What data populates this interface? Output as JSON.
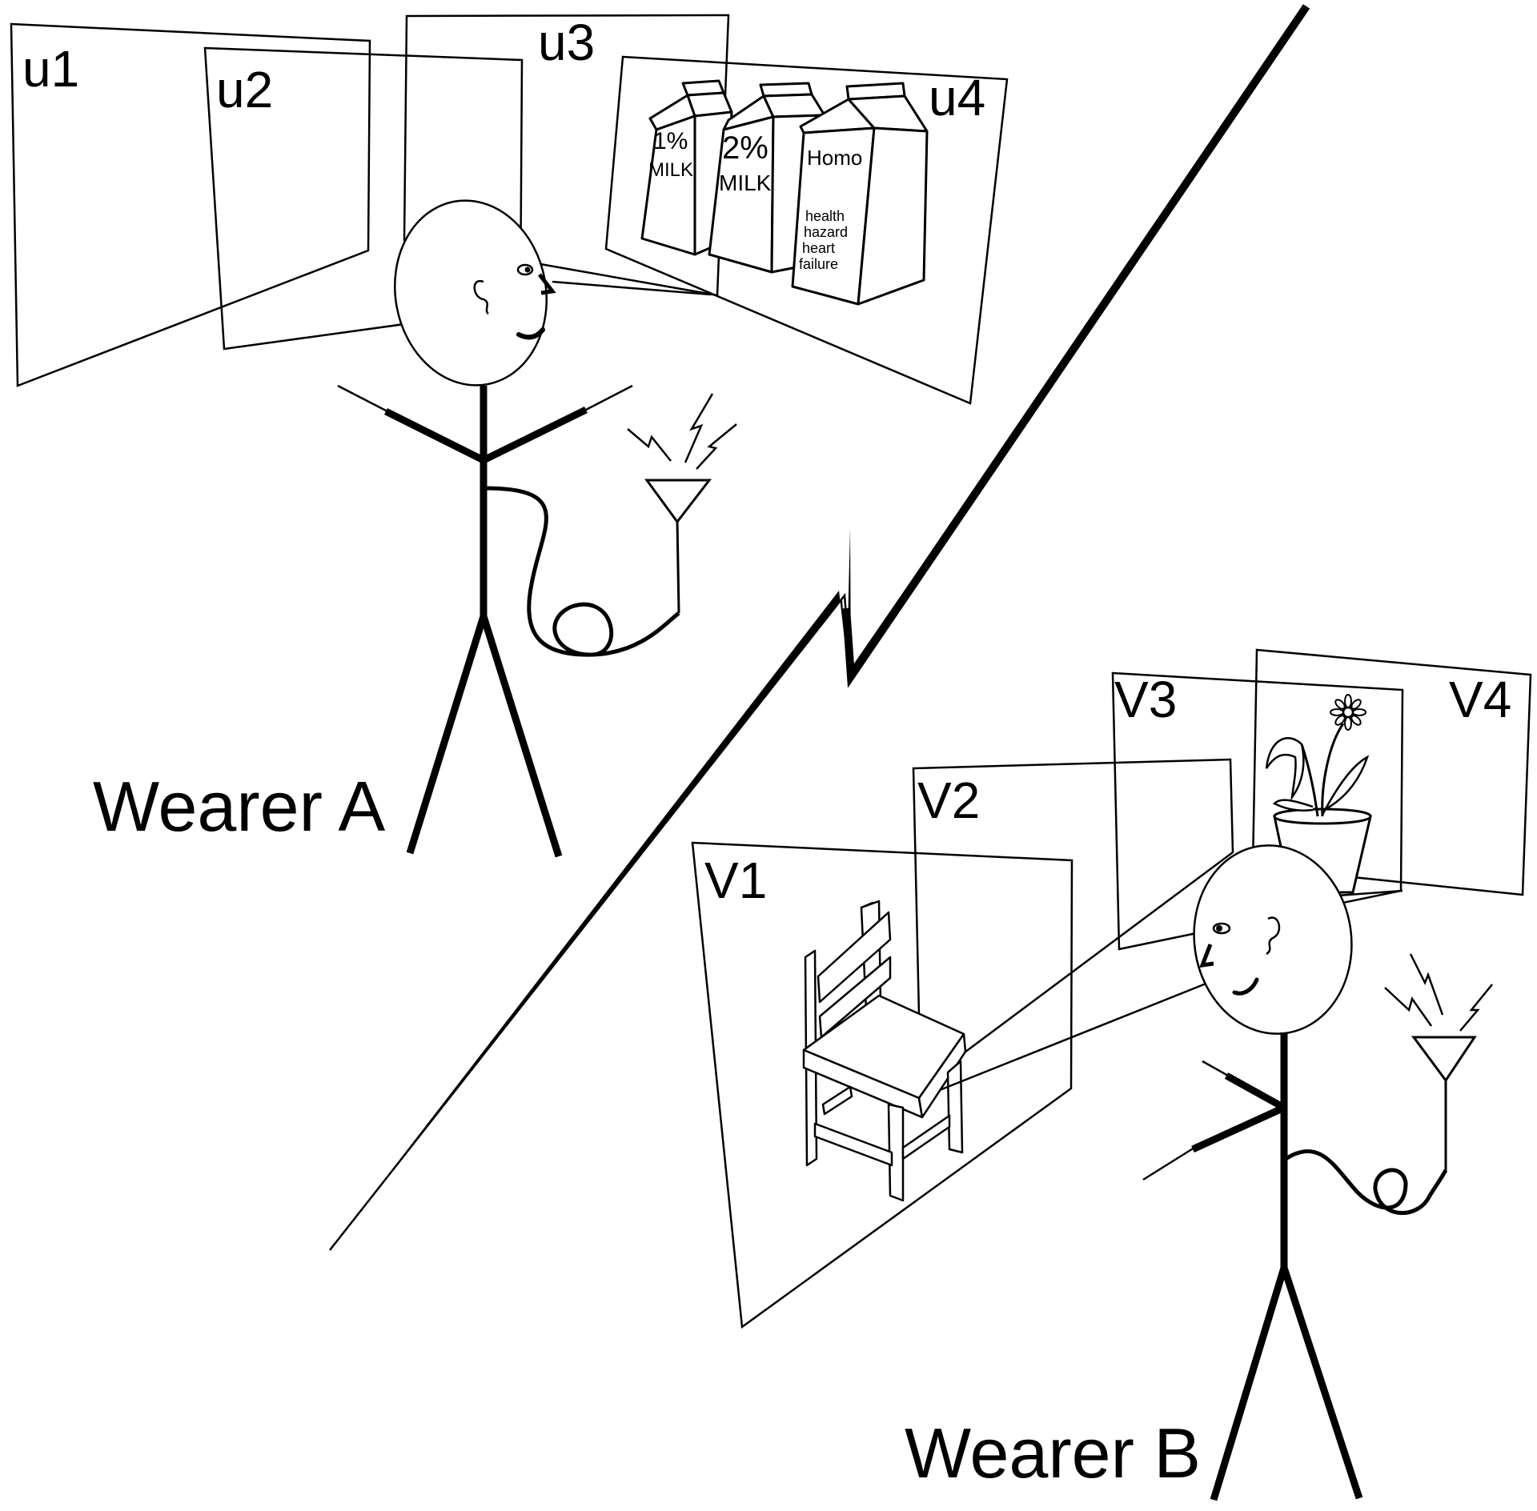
{
  "wearer_a": {
    "label": "Wearer A",
    "frames": [
      "u1",
      "u2",
      "u3",
      "u4"
    ],
    "cartons": [
      {
        "line1": "1%",
        "line2": "MILK"
      },
      {
        "line1": "2%",
        "line2": "MILK"
      },
      {
        "line1": "Homo",
        "line2": "health",
        "line3": "hazard",
        "line4": "heart",
        "line5": "failure"
      }
    ]
  },
  "wearer_b": {
    "label": "Wearer B",
    "frames": [
      "V1",
      "V2",
      "V3",
      "V4"
    ]
  }
}
